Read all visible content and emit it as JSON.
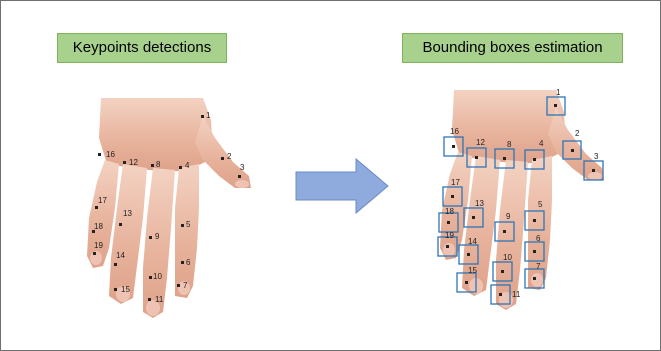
{
  "titles": {
    "left": "Keypoints detections",
    "right": "Bounding boxes estimation"
  },
  "keypoint_labels": [
    "1",
    "2",
    "3",
    "4",
    "5",
    "6",
    "7",
    "8",
    "9",
    "10",
    "11",
    "12",
    "13",
    "14",
    "15",
    "16",
    "17",
    "18",
    "19"
  ],
  "colors": {
    "title_fill": "#a9d18e",
    "arrow_fill": "#8faadc",
    "box_stroke": "#2e75b6",
    "skin": "#e9b7a0"
  },
  "icons": {
    "arrow": "right-arrow-icon",
    "hand": "hand-photo"
  }
}
